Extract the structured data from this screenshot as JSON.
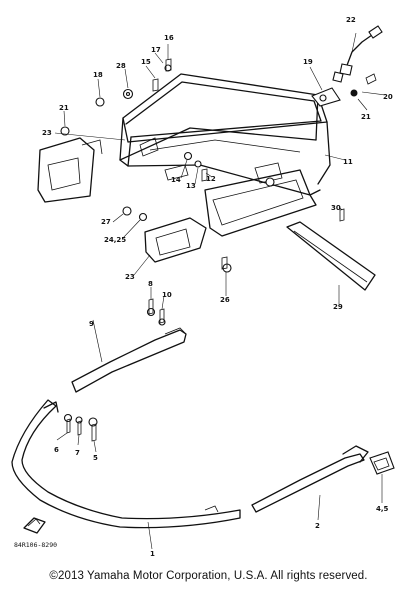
{
  "diagram": {
    "part_labels": [
      {
        "id": "p22",
        "text": "22"
      },
      {
        "id": "p16",
        "text": "16"
      },
      {
        "id": "p17",
        "text": "17"
      },
      {
        "id": "p28",
        "text": "28"
      },
      {
        "id": "p15",
        "text": "15"
      },
      {
        "id": "p18",
        "text": "18"
      },
      {
        "id": "p19",
        "text": "19"
      },
      {
        "id": "p20",
        "text": "20"
      },
      {
        "id": "p21a",
        "text": "21"
      },
      {
        "id": "p21b",
        "text": "21"
      },
      {
        "id": "p23a",
        "text": "23"
      },
      {
        "id": "p11",
        "text": "11"
      },
      {
        "id": "p14",
        "text": "14"
      },
      {
        "id": "p13",
        "text": "13"
      },
      {
        "id": "p12",
        "text": "12"
      },
      {
        "id": "p27",
        "text": "27"
      },
      {
        "id": "p2425",
        "text": "24,25"
      },
      {
        "id": "p30",
        "text": "30"
      },
      {
        "id": "p23b",
        "text": "23"
      },
      {
        "id": "p26",
        "text": "26"
      },
      {
        "id": "p29",
        "text": "29"
      },
      {
        "id": "p8",
        "text": "8"
      },
      {
        "id": "p10",
        "text": "10"
      },
      {
        "id": "p9",
        "text": "9"
      },
      {
        "id": "p6",
        "text": "6"
      },
      {
        "id": "p7",
        "text": "7"
      },
      {
        "id": "p5",
        "text": "5"
      },
      {
        "id": "p45",
        "text": "4,5"
      },
      {
        "id": "p2",
        "text": "2"
      },
      {
        "id": "p1",
        "text": "1"
      }
    ],
    "drawing_code": "84R106-8290",
    "copyright": "©2013 Yamaha Motor Corporation, U.S.A. All rights reserved."
  }
}
